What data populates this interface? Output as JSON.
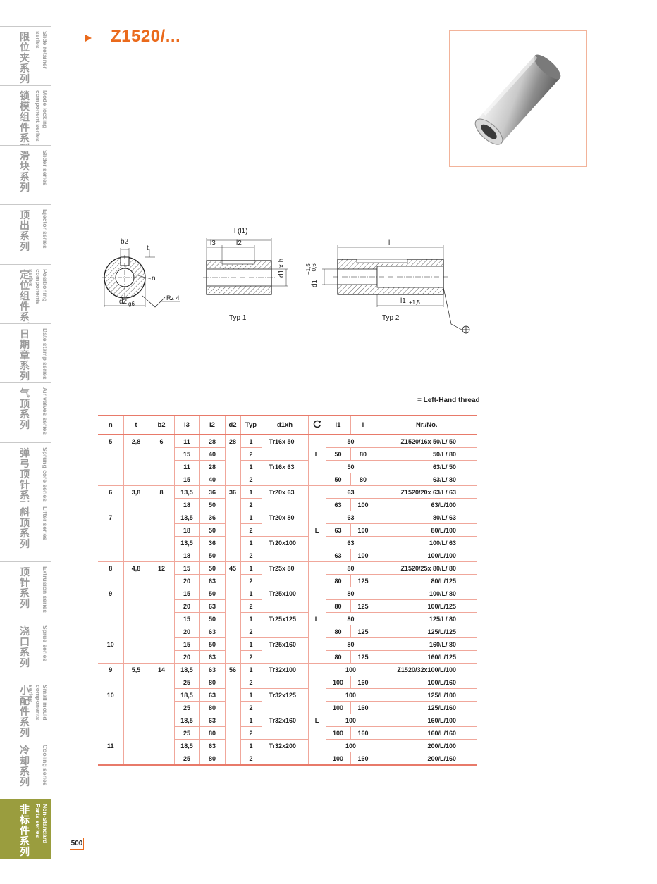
{
  "sidebar": {
    "items": [
      {
        "cn": "限位夹系列",
        "en": "Slide retainer series"
      },
      {
        "cn": "锁模组件系列",
        "en": "Mode locking component series"
      },
      {
        "cn": "滑块系列",
        "en": "Slider series"
      },
      {
        "cn": "顶出系列",
        "en": "Ejector series"
      },
      {
        "cn": "定位组件系列",
        "en": "Positioning components series"
      },
      {
        "cn": "日期章系列",
        "en": "Date stamp series"
      },
      {
        "cn": "气顶系列",
        "en": "Air valves series"
      },
      {
        "cn": "弹弓顶针系列",
        "en": "Sprung core series"
      },
      {
        "cn": "斜顶系列",
        "en": "Lifter series"
      },
      {
        "cn": "顶针系列",
        "en": "Extrusion series"
      },
      {
        "cn": "浇口系列",
        "en": "Sprue series"
      },
      {
        "cn": "小配件系列",
        "en": "Small mould components series"
      },
      {
        "cn": "冷却系列",
        "en": "Cooling series"
      },
      {
        "cn": "非标件系列",
        "en": "Non-Standard Parts series"
      }
    ]
  },
  "header": {
    "title": "Z1520/..."
  },
  "drawing": {
    "labels": {
      "b2": "b2",
      "t": "t",
      "n": "n",
      "rz": "Rz 4",
      "d2": "d2",
      "g6": "g6",
      "l_l1": "l (l1)",
      "l3": "l3",
      "l2": "l2",
      "d1xh": "d1 x h",
      "typ1": "Typ 1",
      "l": "l",
      "tol": "+1,5",
      "tol2": "+0,6",
      "d1": "d1",
      "l1": "l1",
      "tol3": "+1,5",
      "typ2": "Typ 2"
    }
  },
  "legend_note": "= Left-Hand thread",
  "table": {
    "headers": [
      "n",
      "t",
      "b2",
      "l3",
      "l2",
      "d2",
      "Typ",
      "d1xh",
      "",
      "l1",
      "l",
      "Nr./No."
    ],
    "left_hand_mark": "L",
    "groups": [
      {
        "n": "5",
        "t": "2,8",
        "b2": "6",
        "d2": "28",
        "rows": [
          {
            "l3": "11",
            "l2": "28",
            "typ": "1",
            "d1xh": "Tr16x  50",
            "l1": "50",
            "l": "",
            "nr": "Z1520/16x  50/L/  50"
          },
          {
            "l3": "15",
            "l2": "40",
            "typ": "2",
            "d1xh": "",
            "l1": "50",
            "l": "80",
            "nr": "50/L/  80"
          },
          {
            "l3": "11",
            "l2": "28",
            "typ": "1",
            "d1xh": "Tr16x  63",
            "l1": "50",
            "l": "",
            "nr": "63/L/  50"
          },
          {
            "l3": "15",
            "l2": "40",
            "typ": "2",
            "d1xh": "",
            "l1": "50",
            "l": "80",
            "nr": "63/L/  80"
          }
        ]
      },
      {
        "n": "6",
        "t": "3,8",
        "b2": "8",
        "d2": "36",
        "rows": [
          {
            "n": "6",
            "l3": "13,5",
            "l2": "36",
            "typ": "1",
            "d1xh": "Tr20x  63",
            "l1": "63",
            "l": "",
            "nr": "Z1520/20x  63/L/  63"
          },
          {
            "l3": "18",
            "l2": "50",
            "typ": "2",
            "d1xh": "",
            "l1": "63",
            "l": "100",
            "nr": "63/L/100"
          },
          {
            "n": "7",
            "l3": "13,5",
            "l2": "36",
            "typ": "1",
            "d1xh": "Tr20x  80",
            "l1": "63",
            "l": "",
            "nr": "80/L/  63"
          },
          {
            "l3": "18",
            "l2": "50",
            "typ": "2",
            "d1xh": "",
            "l1": "63",
            "l": "100",
            "nr": "80/L/100"
          },
          {
            "l3": "13,5",
            "l2": "36",
            "typ": "1",
            "d1xh": "Tr20x100",
            "l1": "63",
            "l": "",
            "nr": "100/L/  63"
          },
          {
            "l3": "18",
            "l2": "50",
            "typ": "2",
            "d1xh": "",
            "l1": "63",
            "l": "100",
            "nr": "100/L/100"
          }
        ]
      },
      {
        "n": "8",
        "t": "4,8",
        "b2": "12",
        "d2": "45",
        "rows": [
          {
            "n": "8",
            "l3": "15",
            "l2": "50",
            "typ": "1",
            "d1xh": "Tr25x  80",
            "l1": "80",
            "l": "",
            "nr": "Z1520/25x  80/L/  80"
          },
          {
            "l3": "20",
            "l2": "63",
            "typ": "2",
            "d1xh": "",
            "l1": "80",
            "l": "125",
            "nr": "80/L/125"
          },
          {
            "n": "9",
            "l3": "15",
            "l2": "50",
            "typ": "1",
            "d1xh": "Tr25x100",
            "l1": "80",
            "l": "",
            "nr": "100/L/  80"
          },
          {
            "l3": "20",
            "l2": "63",
            "typ": "2",
            "d1xh": "",
            "l1": "80",
            "l": "125",
            "nr": "100/L/125"
          },
          {
            "l3": "15",
            "l2": "50",
            "typ": "1",
            "d1xh": "Tr25x125",
            "l1": "80",
            "l": "",
            "nr": "125/L/  80"
          },
          {
            "l3": "20",
            "l2": "63",
            "typ": "2",
            "d1xh": "",
            "l1": "80",
            "l": "125",
            "nr": "125/L/125"
          },
          {
            "n": "10",
            "l3": "15",
            "l2": "50",
            "typ": "1",
            "d1xh": "Tr25x160",
            "l1": "80",
            "l": "",
            "nr": "160/L/  80"
          },
          {
            "l3": "20",
            "l2": "63",
            "typ": "2",
            "d1xh": "",
            "l1": "80",
            "l": "125",
            "nr": "160/L/125"
          }
        ]
      },
      {
        "n": "9",
        "t": "5,5",
        "b2": "14",
        "d2": "56",
        "rows": [
          {
            "n": "9",
            "l3": "18,5",
            "l2": "63",
            "typ": "1",
            "d1xh": "Tr32x100",
            "l1": "100",
            "l": "",
            "nr": "Z1520/32x100/L/100"
          },
          {
            "l3": "25",
            "l2": "80",
            "typ": "2",
            "d1xh": "",
            "l1": "100",
            "l": "160",
            "nr": "100/L/160"
          },
          {
            "n": "10",
            "l3": "18,5",
            "l2": "63",
            "typ": "1",
            "d1xh": "Tr32x125",
            "l1": "100",
            "l": "",
            "nr": "125/L/100"
          },
          {
            "l3": "25",
            "l2": "80",
            "typ": "2",
            "d1xh": "",
            "l1": "100",
            "l": "160",
            "nr": "125/L/160"
          },
          {
            "l3": "18,5",
            "l2": "63",
            "typ": "1",
            "d1xh": "Tr32x160",
            "l1": "100",
            "l": "",
            "nr": "160/L/100"
          },
          {
            "l3": "25",
            "l2": "80",
            "typ": "2",
            "d1xh": "",
            "l1": "100",
            "l": "160",
            "nr": "160/L/160"
          },
          {
            "n": "11",
            "l3": "18,5",
            "l2": "63",
            "typ": "1",
            "d1xh": "Tr32x200",
            "l1": "100",
            "l": "",
            "nr": "200/L/100"
          },
          {
            "l3": "25",
            "l2": "80",
            "typ": "2",
            "d1xh": "",
            "l1": "100",
            "l": "160",
            "nr": "200/L/160"
          }
        ]
      }
    ]
  },
  "page_number": "500",
  "colors": {
    "accent": "#ea6a1c",
    "table_line": "#e87a6a",
    "sidebar_active": "#9a9d3e"
  }
}
